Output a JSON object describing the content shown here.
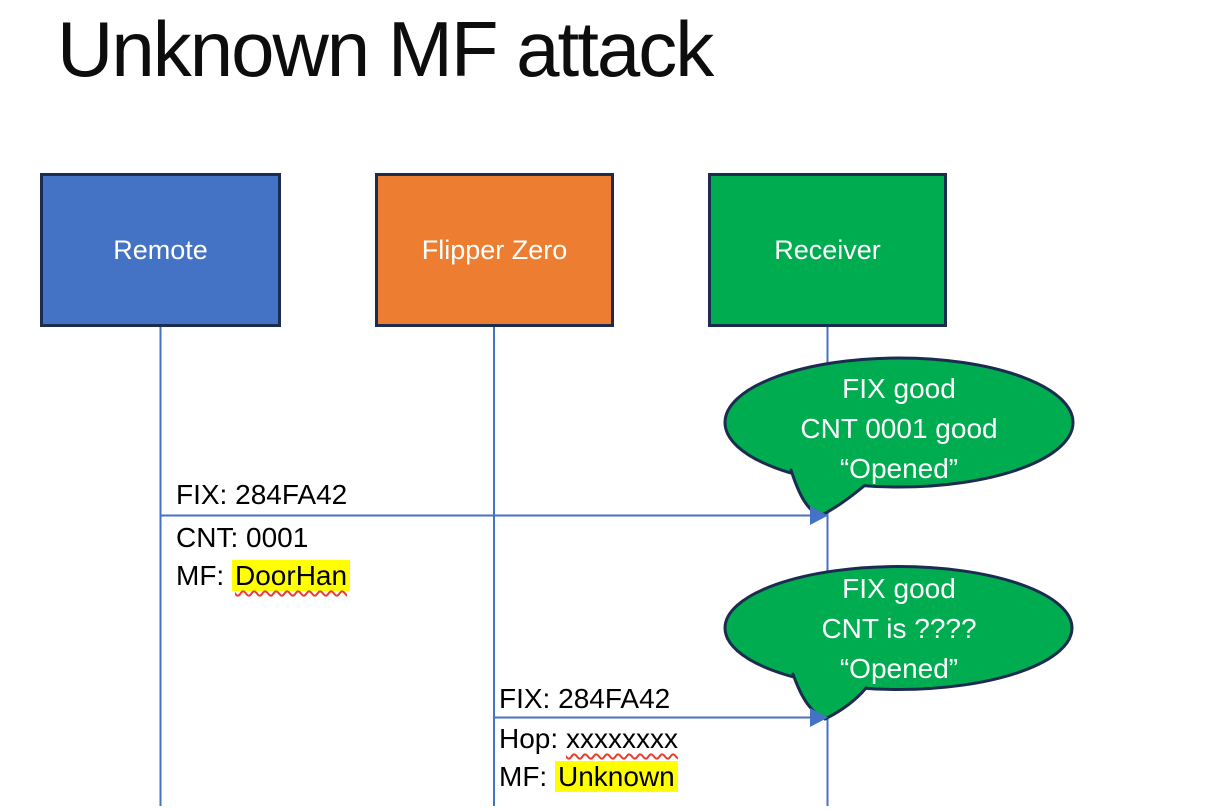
{
  "title": "Unknown MF attack",
  "actors": [
    {
      "label": "Remote",
      "color": "#4472C4"
    },
    {
      "label": "Flipper Zero",
      "color": "#ED7D31"
    },
    {
      "label": "Receiver",
      "color": "#00AC50"
    }
  ],
  "messages": [
    {
      "from": "Remote",
      "to": "Receiver",
      "above": "FIX: 284FA42",
      "line2": "CNT: 0001",
      "line3_prefix": "MF: ",
      "line3_value": "DoorHan"
    },
    {
      "from": "Flipper Zero",
      "to": "Receiver",
      "above": "FIX: 284FA42",
      "line2_prefix": "Hop: ",
      "line2_value": "xxxxxxxx",
      "line3_prefix": "MF: ",
      "line3_value": "Unknown"
    }
  ],
  "bubbles": [
    {
      "lines": [
        "FIX good",
        "CNT 0001 good",
        "“Opened”"
      ]
    },
    {
      "lines": [
        "FIX good",
        "CNT is ????",
        "“Opened”"
      ]
    }
  ],
  "colors": {
    "actor_blue": "#4472C4",
    "actor_orange": "#ED7D31",
    "actor_green": "#00AC50",
    "bubble_green": "#00AC50",
    "outline_navy": "#1b2c50",
    "line_blue": "#4472C4",
    "highlight_yellow": "#FFFF00",
    "squiggle_red": "#e8402a",
    "text_white": "#ffffff",
    "text_black": "#000000"
  }
}
